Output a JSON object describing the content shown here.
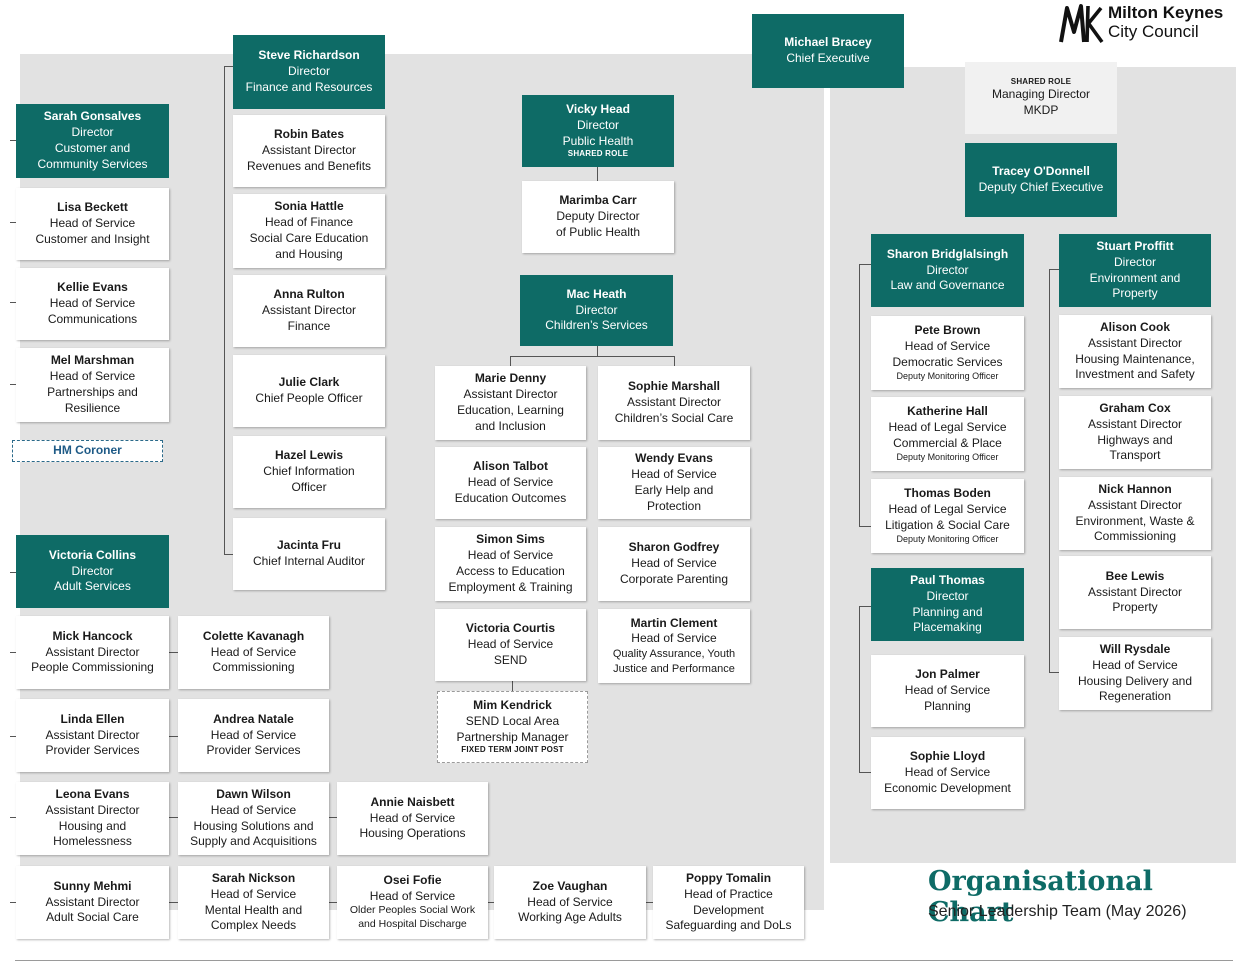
{
  "logo": {
    "mark": "MK",
    "line1": "Milton Keynes",
    "line2": "City Council"
  },
  "title": "Organisational Chart",
  "subtitle": "Senior Leadership Team (May 2026)",
  "chief": {
    "name": "Michael Bracey",
    "role": "Chief Executive"
  },
  "mkdp": {
    "tag": "SHARED ROLE",
    "line1": "Managing Director",
    "line2": "MKDP"
  },
  "deputy": {
    "name": "Tracey O'Donnell",
    "role": "Deputy Chief Executive"
  },
  "steve": {
    "name": "Steve Richardson",
    "l1": "Director",
    "l2": "Finance and Resources"
  },
  "robin": {
    "name": "Robin Bates",
    "l1": "Assistant Director",
    "l2": "Revenues and Benefits"
  },
  "sonia": {
    "name": "Sonia Hattle",
    "l1": "Head of Finance",
    "l2": "Social Care Education",
    "l3": "and Housing"
  },
  "anna": {
    "name": "Anna Rulton",
    "l1": "Assistant Director",
    "l2": "Finance"
  },
  "julie": {
    "name": "Julie Clark",
    "l1": "Chief People Officer"
  },
  "hazel": {
    "name": "Hazel Lewis",
    "l1": "Chief Information",
    "l2": "Officer"
  },
  "jacinta": {
    "name": "Jacinta Fru",
    "l1": "Chief Internal Auditor"
  },
  "sarah_g": {
    "name": "Sarah Gonsalves",
    "l1": "Director",
    "l2": "Customer and",
    "l3": "Community Services"
  },
  "lisa": {
    "name": "Lisa Beckett",
    "l1": "Head of Service",
    "l2": "Customer and Insight"
  },
  "kellie": {
    "name": "Kellie Evans",
    "l1": "Head of Service",
    "l2": "Communications"
  },
  "mel": {
    "name": "Mel Marshman",
    "l1": "Head of Service",
    "l2": "Partnerships and",
    "l3": "Resilience"
  },
  "coroner": {
    "label": "HM Coroner"
  },
  "vicky": {
    "name": "Vicky Head",
    "l1": "Director",
    "l2": "Public Health",
    "tag": "SHARED ROLE"
  },
  "marimba": {
    "name": "Marimba Carr",
    "l1": "Deputy Director",
    "l2": "of Public Health"
  },
  "mac": {
    "name": "Mac Heath",
    "l1": "Director",
    "l2": "Children’s Services"
  },
  "marie": {
    "name": "Marie Denny",
    "l1": "Assistant Director",
    "l2": "Education, Learning",
    "l3": "and Inclusion"
  },
  "sophie_m": {
    "name": "Sophie Marshall",
    "l1": "Assistant Director",
    "l2": "Children’s Social Care"
  },
  "alison_t": {
    "name": "Alison Talbot",
    "l1": "Head of Service",
    "l2": "Education Outcomes"
  },
  "wendy": {
    "name": "Wendy Evans",
    "l1": "Head of Service",
    "l2": "Early Help and",
    "l3": "Protection"
  },
  "simon": {
    "name": "Simon Sims",
    "l1": "Head of Service",
    "l2": "Access to Education",
    "l3": "Employment & Training"
  },
  "sharon_g": {
    "name": "Sharon Godfrey",
    "l1": "Head of Service",
    "l2": "Corporate Parenting"
  },
  "victoria_c": {
    "name": "Victoria Courtis",
    "l1": "Head of Service",
    "l2": "SEND"
  },
  "martin": {
    "name": "Martin Clement",
    "l1": "Head of Service",
    "l2": "Quality Assurance, Youth",
    "l3": "Justice and Performance"
  },
  "mim": {
    "name": "Mim Kendrick",
    "l1": "SEND Local Area",
    "l2": "Partnership Manager",
    "tag": "FIXED TERM JOINT POST"
  },
  "victoria_co": {
    "name": "Victoria Collins",
    "l1": "Director",
    "l2": "Adult Services"
  },
  "mick": {
    "name": "Mick Hancock",
    "l1": "Assistant Director",
    "l2": "People Commissioning"
  },
  "colette": {
    "name": "Colette Kavanagh",
    "l1": "Head of Service",
    "l2": "Commissioning"
  },
  "linda": {
    "name": "Linda Ellen",
    "l1": "Assistant Director",
    "l2": "Provider Services"
  },
  "andrea": {
    "name": "Andrea Natale",
    "l1": "Head of Service",
    "l2": "Provider Services"
  },
  "leona": {
    "name": "Leona Evans",
    "l1": "Assistant Director",
    "l2": "Housing and",
    "l3": "Homelessness"
  },
  "dawn": {
    "name": "Dawn Wilson",
    "l1": "Head of Service",
    "l2": "Housing Solutions and",
    "l3": "Supply and Acquisitions"
  },
  "annie": {
    "name": "Annie Naisbett",
    "l1": "Head of Service",
    "l2": "Housing Operations"
  },
  "sunny": {
    "name": "Sunny Mehmi",
    "l1": "Assistant Director",
    "l2": "Adult Social Care"
  },
  "sarah_n": {
    "name": "Sarah Nickson",
    "l1": "Head of Service",
    "l2": "Mental Health and",
    "l3": "Complex Needs"
  },
  "osei": {
    "name": "Osei Fofie",
    "l1": "Head of Service",
    "l2": "Older Peoples Social Work",
    "l3": "and Hospital Discharge"
  },
  "zoe": {
    "name": "Zoe Vaughan",
    "l1": "Head of Service",
    "l2": "Working Age Adults"
  },
  "poppy": {
    "name": "Poppy Tomalin",
    "l1": "Head of Practice",
    "l2": "Development",
    "l3": "Safeguarding and DoLs"
  },
  "sharon_b": {
    "name": "Sharon Bridglalsingh",
    "l1": "Director",
    "l2": "Law and Governance"
  },
  "pete": {
    "name": "Pete Brown",
    "l1": "Head of Service",
    "l2": "Democratic Services",
    "note": "Deputy Monitoring Officer"
  },
  "katherine": {
    "name": "Katherine Hall",
    "l1": "Head of Legal Service",
    "l2": "Commercial & Place",
    "note": "Deputy Monitoring Officer"
  },
  "thomas": {
    "name": "Thomas Boden",
    "l1": "Head of Legal Service",
    "l2": "Litigation & Social Care",
    "note": "Deputy Monitoring Officer"
  },
  "paul": {
    "name": "Paul Thomas",
    "l1": "Director",
    "l2": "Planning and",
    "l3": "Placemaking"
  },
  "jon": {
    "name": "Jon Palmer",
    "l1": "Head of Service",
    "l2": "Planning"
  },
  "sophie_l": {
    "name": "Sophie Lloyd",
    "l1": "Head of Service",
    "l2": "Economic Development"
  },
  "stuart": {
    "name": "Stuart Proffitt",
    "l1": "Director",
    "l2": "Environment and",
    "l3": "Property"
  },
  "alison_c": {
    "name": "Alison Cook",
    "l1": "Assistant Director",
    "l2": "Housing Maintenance,",
    "l3": "Investment and Safety"
  },
  "graham": {
    "name": "Graham Cox",
    "l1": "Assistant Director",
    "l2": "Highways and",
    "l3": "Transport"
  },
  "nick": {
    "name": "Nick Hannon",
    "l1": "Assistant Director",
    "l2": "Environment, Waste &",
    "l3": "Commissioning"
  },
  "bee": {
    "name": "Bee Lewis",
    "l1": "Assistant Director",
    "l2": "Property"
  },
  "will": {
    "name": "Will Rysdale",
    "l1": "Head of Service",
    "l2": "Housing Delivery and",
    "l3": "Regeneration"
  }
}
